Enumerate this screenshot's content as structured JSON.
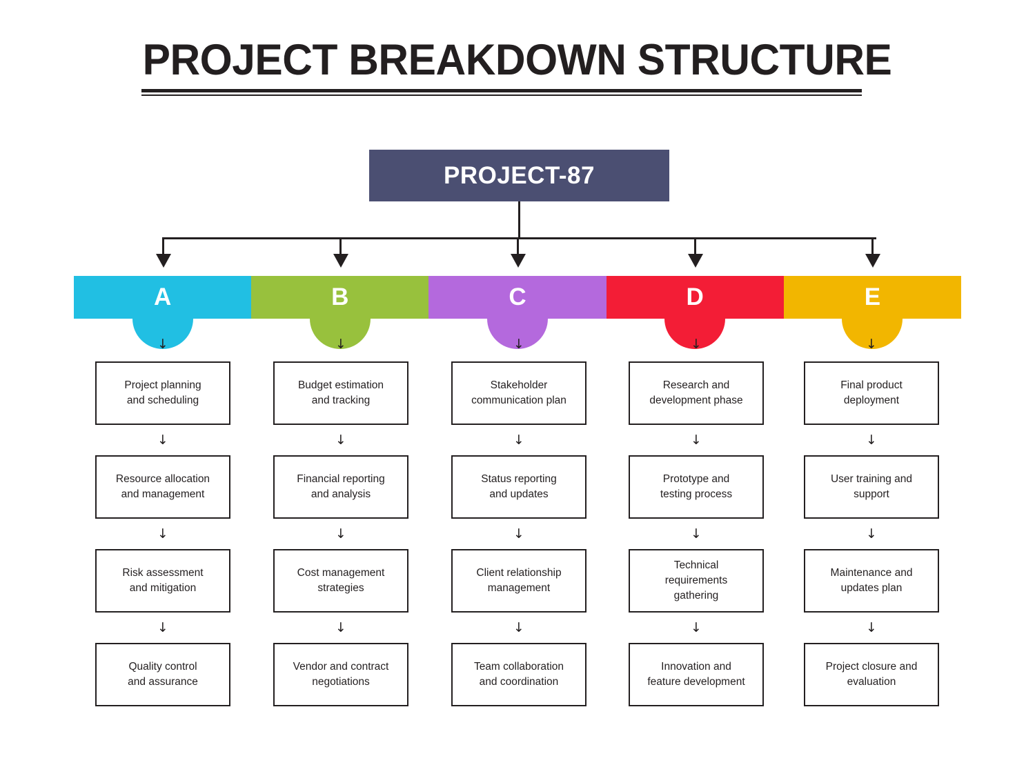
{
  "header": {
    "title": "PROJECT BREAKDOWN STRUCTURE"
  },
  "root": {
    "label": "PROJECT-87",
    "color": "#4b4f72"
  },
  "arrow_glyph": "↓",
  "categories": [
    {
      "letter": "A",
      "color": "#21bfe3",
      "tasks": [
        "Project planning\nand scheduling",
        "Resource allocation\nand management",
        "Risk assessment\nand mitigation",
        "Quality control\nand assurance"
      ]
    },
    {
      "letter": "B",
      "color": "#98c13d",
      "tasks": [
        "Budget estimation\nand tracking",
        "Financial reporting\nand analysis",
        "Cost management\nstrategies",
        "Vendor and contract\nnegotiations"
      ]
    },
    {
      "letter": "C",
      "color": "#b469dd",
      "tasks": [
        "Stakeholder\ncommunication plan",
        "Status reporting\nand updates",
        "Client relationship\nmanagement",
        "Team collaboration\nand coordination"
      ]
    },
    {
      "letter": "D",
      "color": "#f31d36",
      "tasks": [
        "Research and\ndevelopment phase",
        "Prototype and\ntesting process",
        "Technical\nrequirements\ngathering",
        "Innovation and\nfeature development"
      ]
    },
    {
      "letter": "E",
      "color": "#f2b600",
      "tasks": [
        "Final product\ndeployment",
        "User training and\nsupport",
        "Maintenance and\nupdates plan",
        "Project closure and\nevaluation"
      ]
    }
  ]
}
